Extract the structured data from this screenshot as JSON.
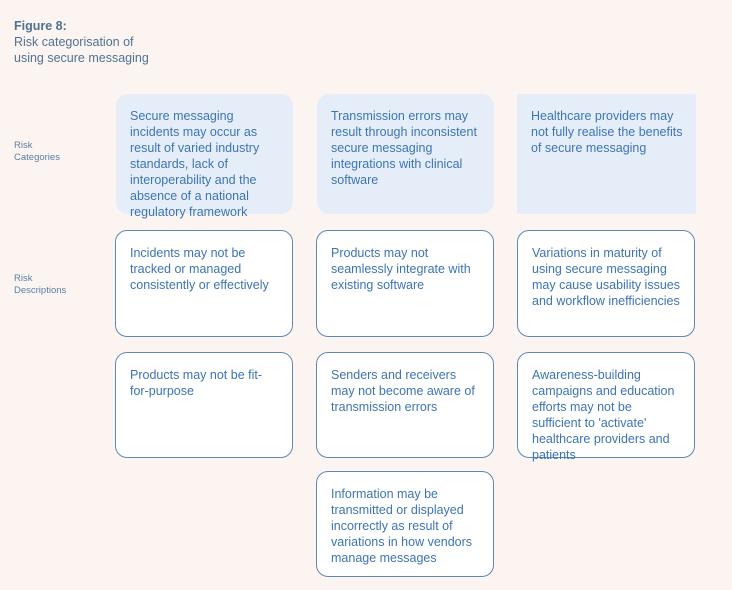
{
  "figure": {
    "number": "Figure 8:",
    "title_line1": "Risk categorisation of",
    "title_line2": "using secure messaging"
  },
  "row_labels": {
    "categories_line1": "Risk",
    "categories_line2": "Categories",
    "descriptions_line1": "Risk",
    "descriptions_line2": "Descriptions"
  },
  "categories": [
    "Secure messaging incidents may occur as result of varied industry standards, lack of interoperability and the absence of a national regulatory framework",
    "Transmission errors may result through inconsistent secure messaging integrations with clinical software",
    "Healthcare providers may not fully realise the benefits of secure messaging"
  ],
  "descriptions": {
    "col1": [
      "Incidents may not be tracked or managed consistently or effectively",
      "Products may not be fit-for-purpose"
    ],
    "col2": [
      "Products may not seamlessly integrate with existing software",
      "Senders and receivers may not become aware of transmission errors",
      "Information may be transmitted or displayed incorrectly as result of variations in how vendors manage messages"
    ],
    "col3": [
      "Variations in maturity of using secure messaging may cause usability issues and workflow inefficiencies",
      "Awareness-building campaigns and education efforts may not be sufficient to 'activate' healthcare providers and patients"
    ]
  },
  "colors": {
    "background": "#fcf4f1",
    "category_fill": "#e5eef8",
    "description_border": "#5d88b6",
    "text": "#3d74b5"
  }
}
